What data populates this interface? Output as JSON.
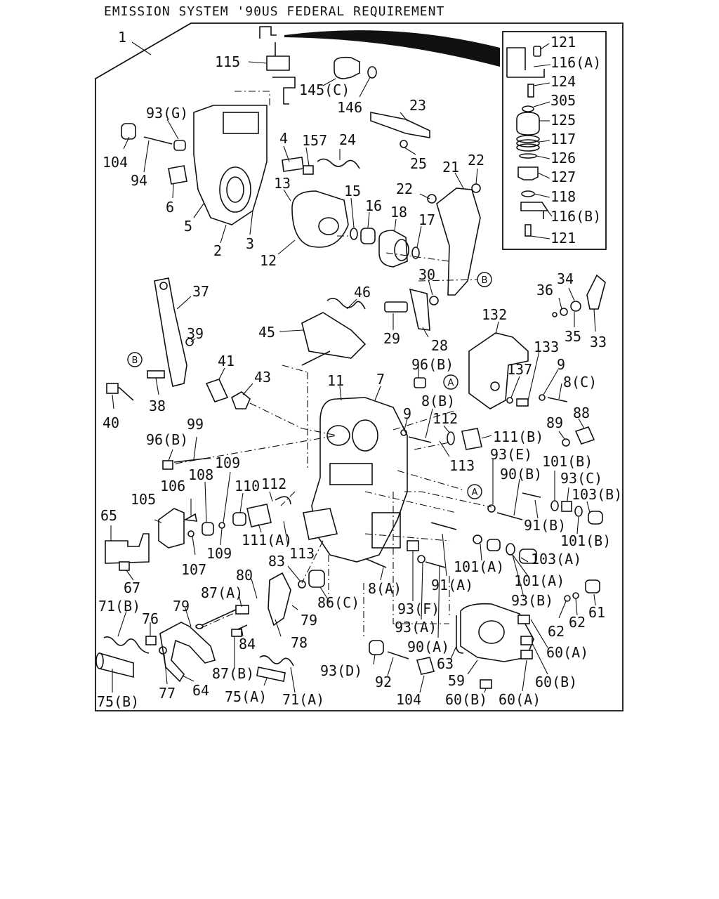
{
  "title": "EMISSION SYSTEM '90US FEDERAL REQUIREMENT",
  "callouts": {
    "assembly": "1",
    "l_115": "115",
    "l_145c": "145(C)",
    "l_146": "146",
    "l_23": "23",
    "l_25": "25",
    "l_93g": "93(G)",
    "l_104a": "104",
    "l_94": "94",
    "l_6": "6",
    "l_5": "5",
    "l_2": "2",
    "l_3": "3",
    "l_4": "4",
    "l_157": "157",
    "l_24": "24",
    "l_13": "13",
    "l_12": "12",
    "l_15": "15",
    "l_16": "16",
    "l_18": "18",
    "l_17": "17",
    "l_22a": "22",
    "l_22b": "22",
    "l_21": "21",
    "l_30": "30",
    "l_37": "37",
    "l_39": "39",
    "l_41": "41",
    "l_43": "43",
    "l_38": "38",
    "l_40": "40",
    "l_46": "46",
    "l_45": "45",
    "l_29": "29",
    "l_28": "28",
    "l_36": "36",
    "l_34": "34",
    "l_35": "35",
    "l_33": "33",
    "l_132": "132",
    "l_133": "133",
    "l_137": "137",
    "l_9a": "9",
    "l_8c": "8(C)",
    "l_88": "88",
    "l_89": "89",
    "l_11": "11",
    "l_7": "7",
    "l_96b_a": "96(B)",
    "l_9b": "9",
    "l_8b": "8(B)",
    "l_112a": "112",
    "l_111b": "111(B)",
    "l_113a": "113",
    "l_99": "99",
    "l_96b_b": "96(B)",
    "l_93e": "93(E)",
    "l_90b": "90(B)",
    "l_101b_a": "101(B)",
    "l_93c": "93(C)",
    "l_103b": "103(B)",
    "l_91b": "91(B)",
    "l_101b_b": "101(B)",
    "l_106": "106",
    "l_108": "108",
    "l_109a": "109",
    "l_110": "110",
    "l_112b": "112",
    "l_105": "105",
    "l_65": "65",
    "l_111a": "111(A)",
    "l_107": "107",
    "l_109b": "109",
    "l_113b": "113",
    "l_67": "67",
    "l_101a_a": "101(A)",
    "l_103a": "103(A)",
    "l_91a": "91(A)",
    "l_101a_b": "101(A)",
    "l_83": "83",
    "l_80": "80",
    "l_87a": "87(A)",
    "l_86c": "86(C)",
    "l_8a": "8(A)",
    "l_93f": "93(F)",
    "l_93b": "93(B)",
    "l_93a": "93(A)",
    "l_90a": "90(A)",
    "l_79a": "79",
    "l_79b": "79",
    "l_76": "76",
    "l_71b": "71(B)",
    "l_84": "84",
    "l_78": "78",
    "l_62a": "62",
    "l_62b": "62",
    "l_61": "61",
    "l_60a_a": "60(A)",
    "l_63": "63",
    "l_93d": "93(D)",
    "l_92": "92",
    "l_104b": "104",
    "l_59": "59",
    "l_60b_a": "60(B)",
    "l_87b": "87(B)",
    "l_77": "77",
    "l_64": "64",
    "l_75a": "75(A)",
    "l_71a": "71(A)",
    "l_75b": "75(B)",
    "l_60b_b": "60(B)",
    "l_60a_b": "60(A)"
  },
  "inset_callouts": {
    "l_121a": "121",
    "l_116a": "116(A)",
    "l_124": "124",
    "l_305": "305",
    "l_125": "125",
    "l_117": "117",
    "l_126": "126",
    "l_127": "127",
    "l_118": "118",
    "l_116b": "116(B)",
    "l_121b": "121"
  },
  "reference_marks": {
    "ref_b_1": "B",
    "ref_b_2": "B",
    "ref_a_1": "A",
    "ref_a_2": "A"
  }
}
